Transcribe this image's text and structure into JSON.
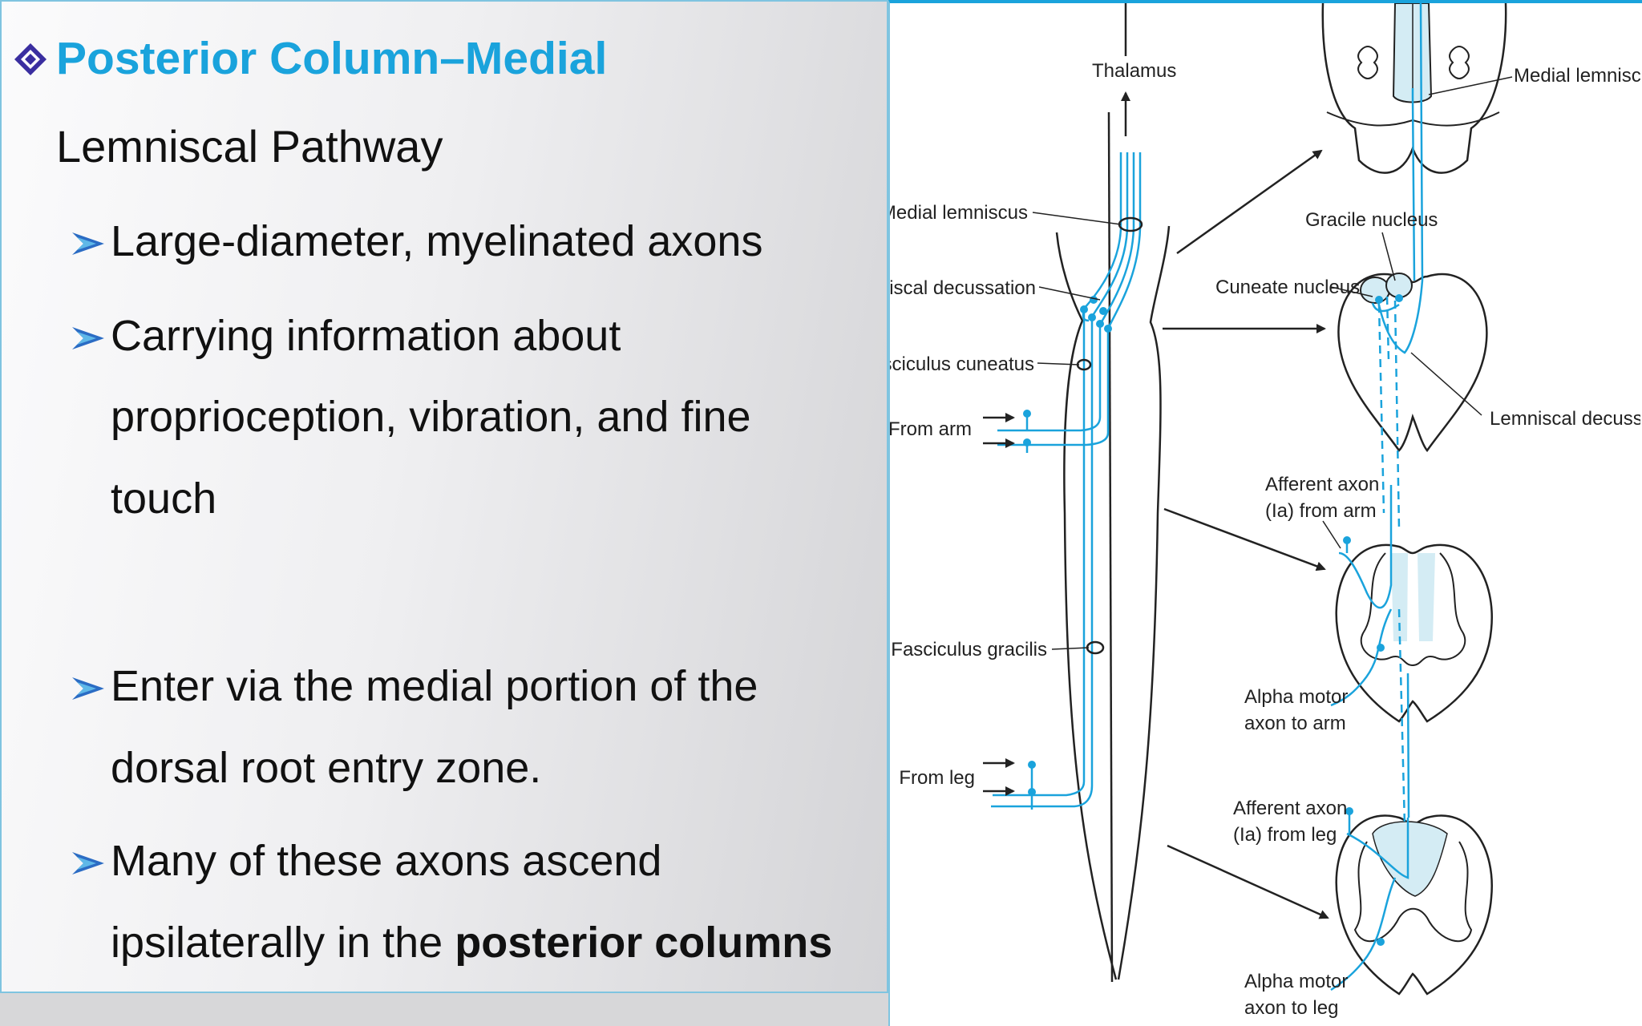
{
  "slide": {
    "title_line1": "Posterior Column–Medial",
    "title_line2": "Lemniscal Pathway",
    "bullets": {
      "b1": "Large-diameter, myelinated axons",
      "b2_l1": "Carrying information about",
      "b2_l2": "proprioception, vibration, and fine",
      "b2_l3": "touch",
      "b3_l1": "Enter via the medial portion of the",
      "b3_l2": "dorsal root entry zone.",
      "b4_l1": "Many of these axons ascend",
      "b4_l2_pre": "ipsilaterally in the ",
      "b4_l2_bold": "posterior columns"
    }
  },
  "figure": {
    "labels": {
      "thalamus": "Thalamus",
      "medial_lemniscus_left": "Medial lemniscus",
      "lemniscal_decussation_left": "Lemniscal decussation",
      "fasciculus_cuneatus": "Fasciculus cuneatus",
      "from_arm": "From arm",
      "fasciculus_gracilis": "Fasciculus gracilis",
      "from_leg": "From leg",
      "medial_lemniscus_right": "Medial lemniscus",
      "gracile_nucleus": "Gracile nucleus",
      "cuneate_nucleus": "Cuneate nucleus",
      "lemniscal_decussation_right": "Lemniscal decussation",
      "afferent_arm_l1": "Afferent axon",
      "afferent_arm_l2": "(Ia) from arm",
      "alpha_arm_l1": "Alpha motor",
      "alpha_arm_l2": "axon to arm",
      "afferent_leg_l1": "Afferent axon",
      "afferent_leg_l2": "(Ia) from leg",
      "alpha_leg_l1": "Alpha motor",
      "alpha_leg_l2": "axon to leg"
    },
    "colors": {
      "pathway": "#1aa3dc",
      "fill": "#d4ecf4",
      "ink": "#222222",
      "title": "#1aa3dc"
    }
  }
}
